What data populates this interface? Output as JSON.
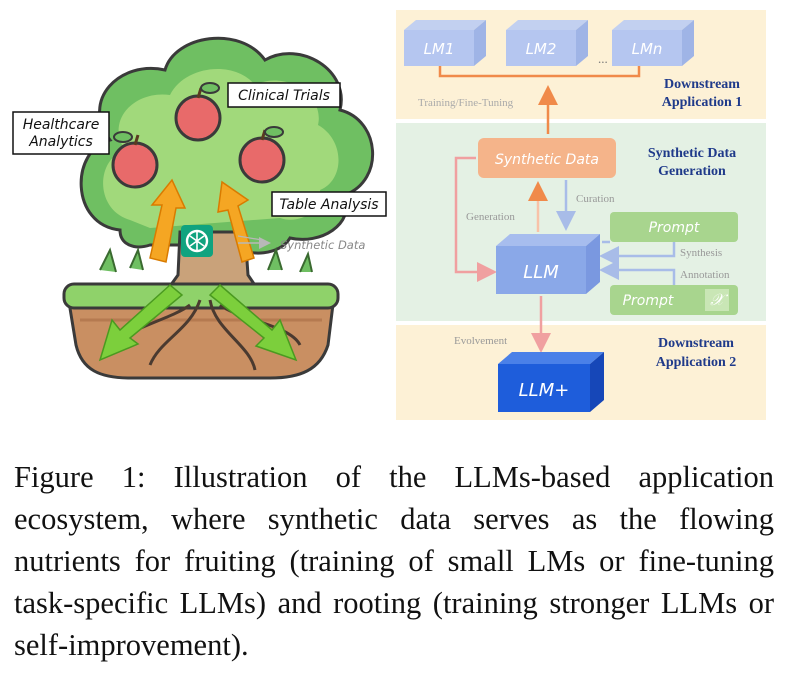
{
  "tree": {
    "labels": {
      "healthcare": [
        "Healthcare",
        "Analytics"
      ],
      "clinical": "Clinical Trials",
      "table": "Table Analysis",
      "synthetic": "Synthetic Data"
    }
  },
  "pipeline": {
    "top_models": [
      "LM1",
      "LM2",
      "...",
      "LMn"
    ],
    "training_label": "Training/Fine-Tuning",
    "downstream1": [
      "Downstream",
      "Application 1"
    ],
    "synthetic_data_box": "Synthetic Data",
    "sdg_title": [
      "Synthetic Data",
      "Generation"
    ],
    "generation_label": "Generation",
    "curation_label": "Curation",
    "prompt1": "Prompt",
    "prompt2": "Prompt",
    "synthesis_label": "Synthesis",
    "annotation_label": "Annotation",
    "llm_label": "LLM",
    "evolvement_label": "Evolvement",
    "llm_plus": "LLM+",
    "downstream2": [
      "Downstream",
      "Application 2"
    ]
  },
  "colors": {
    "band_top": "#fdf1d6",
    "band_mid": "#e4f1e4",
    "navy_text": "#1f3a8a",
    "orange": "#f0a070",
    "green_box": "#a8d58e",
    "blue_box": "#8aa8e8",
    "blue_dark": "#1e5ddb"
  },
  "caption": "Figure 1: Illustration of the LLMs-based application ecosystem, where synthetic data serves as the flowing nutrients for fruiting (training of small LMs or fine-tuning task-specific LLMs) and rooting (training stronger LLMs or self-improvement)."
}
